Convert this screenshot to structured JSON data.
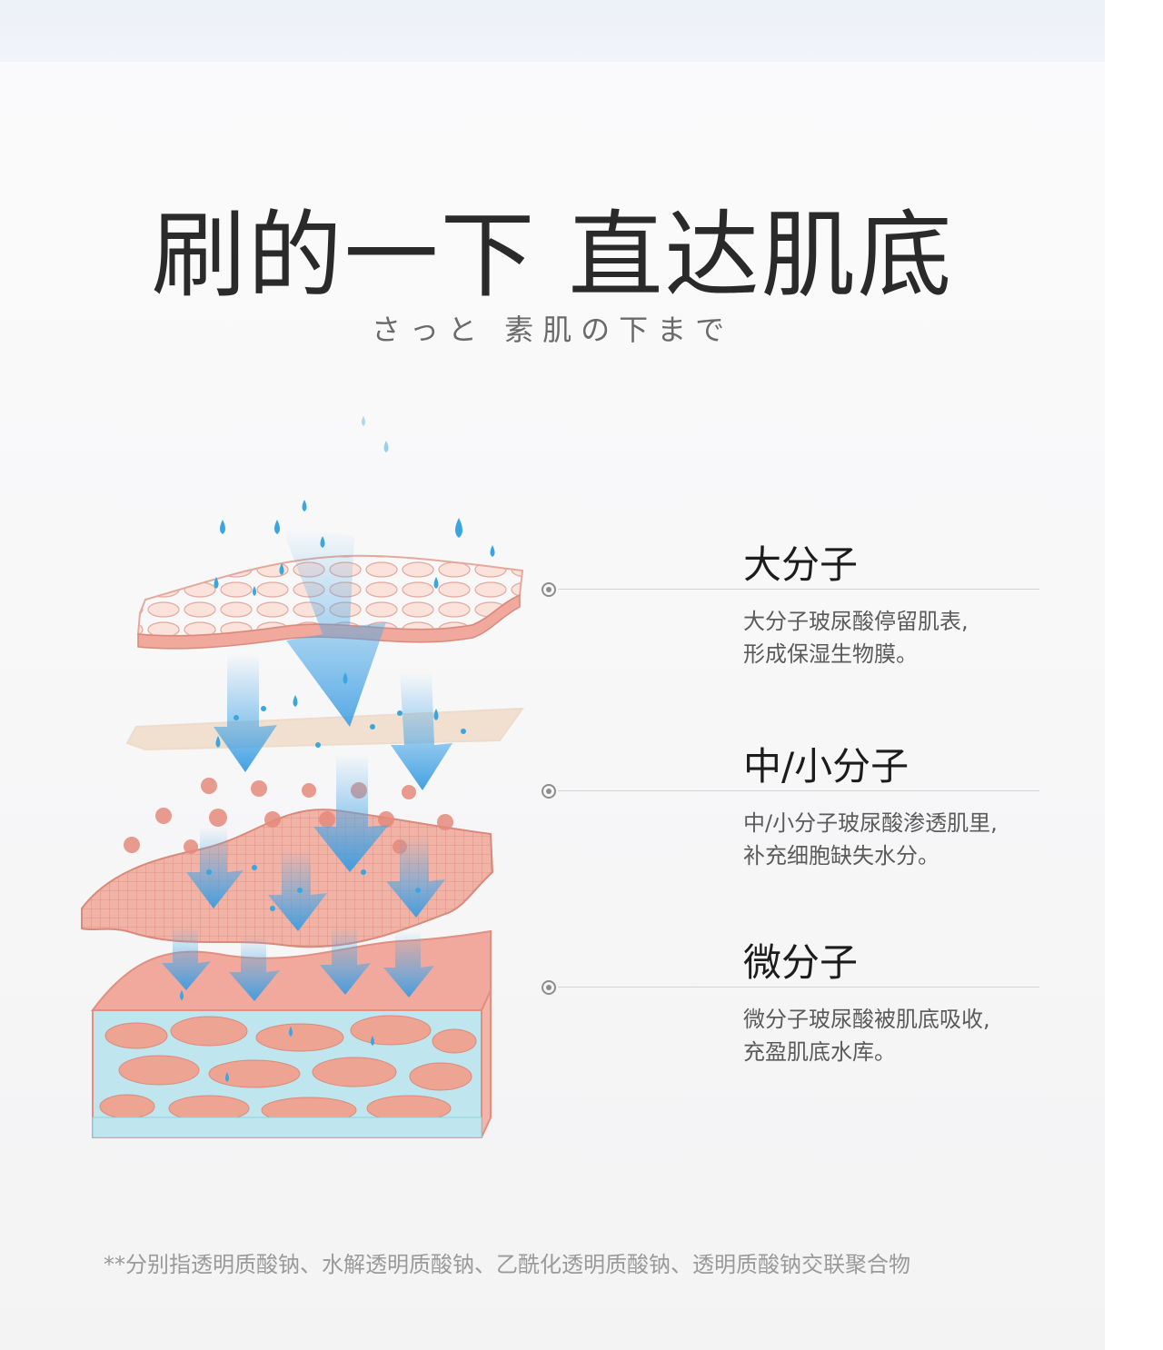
{
  "headline": "刷的一下 直达肌底",
  "subtitle": "さっと 素肌の下まで",
  "layers": [
    {
      "title": "大分子",
      "desc_line1": "大分子玻尿酸停留肌表,",
      "desc_line2": "形成保湿生物膜。"
    },
    {
      "title": "中/小分子",
      "desc_line1": "中/小分子玻尿酸渗透肌里,",
      "desc_line2": "补充细胞缺失水分。"
    },
    {
      "title": "微分子",
      "desc_line1": "微分子玻尿酸被肌底吸收,",
      "desc_line2": "充盈肌底水库。"
    }
  ],
  "footnote": "**分别指透明质酸钠、水解透明质酸钠、乙酰化透明质酸钠、透明质酸钠交联聚合物",
  "colors": {
    "droplet": "#3aa6e0",
    "arrow": "#4aa8e8",
    "skin_pink": "#f0b4a8",
    "skin_dark": "#d98a7c",
    "tissue_blue": "#bfe6ee",
    "beige_layer": "#f1dfd0"
  }
}
